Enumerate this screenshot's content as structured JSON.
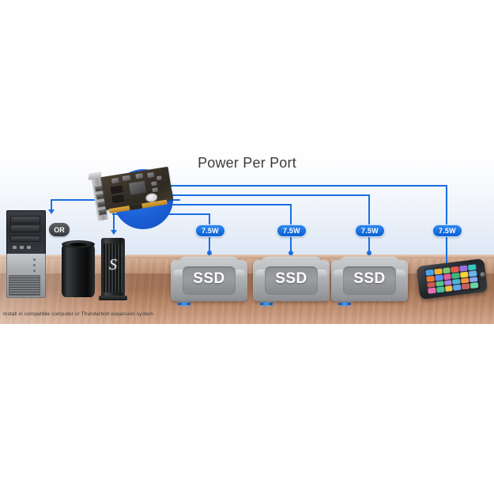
{
  "banner": {
    "title": "Power Per Port",
    "caption": "Install in compatible computer or Thunderbolt expansion system",
    "or_label": "OR",
    "accent_color": "#1a6fe0",
    "badge_fill": "#1168d8",
    "badge_border": "#cfe3fb",
    "title_color": "#3b3b3b"
  },
  "power_badges": [
    {
      "label": "7.5W"
    },
    {
      "label": "7.5W"
    },
    {
      "label": "7.5W"
    },
    {
      "label": "7.5W"
    }
  ],
  "devices": {
    "pcie_card": {
      "name": "PCIe Thunderbolt card"
    },
    "tower": {
      "name": "Desktop PC tower"
    },
    "cylinder": {
      "name": "Cylindrical desktop computer"
    },
    "echo_chassis": {
      "name": "Thunderbolt expansion chassis",
      "logo": "S"
    },
    "storage": [
      {
        "label": "SSD"
      },
      {
        "label": "SSD"
      },
      {
        "label": "SSD"
      }
    ],
    "phone": {
      "name": "Smartphone"
    }
  },
  "phone_app_colors": [
    "#4aa3f0",
    "#f2b632",
    "#7bc96f",
    "#e8584a",
    "#9b6fe0",
    "#37c7c1",
    "#f07a2a",
    "#5d8df5",
    "#e65ba0",
    "#3fb97a",
    "#f5d13b",
    "#6bb3e8",
    "#d4574e",
    "#58c98a",
    "#b07ae0",
    "#4ab8d6",
    "#f29339",
    "#8aa7f2",
    "#e86fb0",
    "#43c190",
    "#efc43c",
    "#5fa8ea",
    "#cc5f58",
    "#6ed3a4"
  ]
}
